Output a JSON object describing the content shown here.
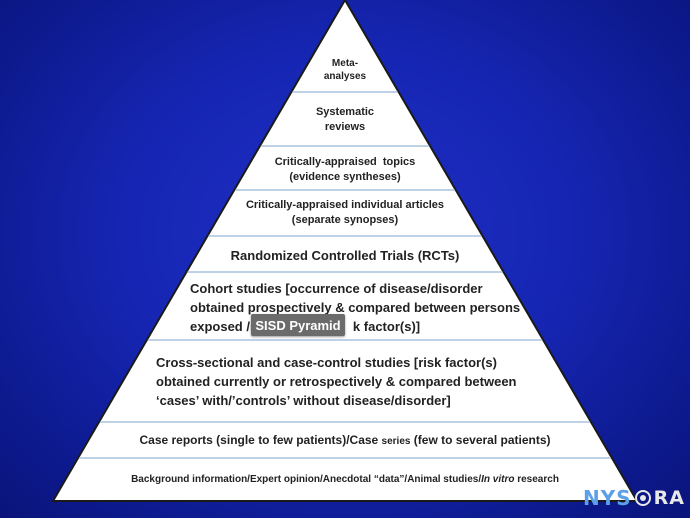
{
  "levels": [
    {
      "lines": [
        "Meta-",
        "analyses"
      ]
    },
    {
      "lines": [
        "Systematic",
        "reviews"
      ]
    },
    {
      "lines": [
        "Critically-appraised  topics",
        "(evidence syntheses)"
      ]
    },
    {
      "lines": [
        "Critically-appraised individual articles",
        "(separate synopses)"
      ]
    },
    {
      "lines": [
        "Randomized Controlled Trials (RCTs)"
      ]
    },
    {
      "lines": [
        "Cohort studies [occurrence of disease/disorder",
        "obtained prospectively & compared between persons",
        "exposed /n",
        "k factor(s)]"
      ]
    },
    {
      "lines": [
        "Cross-sectional and case-control studies [risk factor(s)",
        "obtained currently or retrospectively & compared between",
        "‘cases’ with/’controls’ without disease/disorder]"
      ]
    },
    {
      "lines": [
        "Case reports (single to few patients)/Case ",
        "series",
        " (few to several patients)"
      ]
    },
    {
      "lines": [
        "Background information/Expert opinion/Anecdotal “data”/Animal studies/",
        "In vitro",
        " research"
      ]
    }
  ],
  "tooltip": "SISD Pyramid",
  "logo": {
    "part_a": "NYS",
    "part_b": "RA"
  },
  "colors": {
    "background": "#1626b3",
    "pyramid_fill": "#ffffff",
    "divider": "#a9c2df",
    "outline": "#1a1a1a"
  }
}
